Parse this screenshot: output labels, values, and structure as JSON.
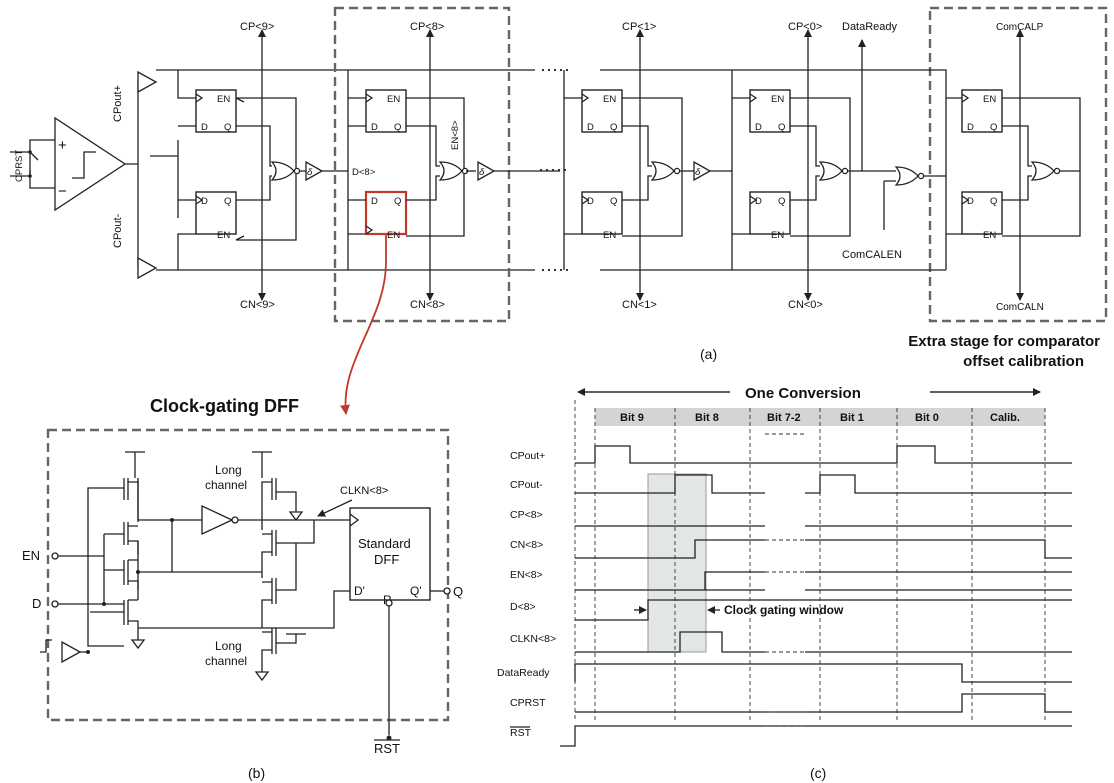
{
  "panel_a": {
    "caption": "(a)",
    "comparator_reset_label": "CPRST",
    "cpout_pos_label": "CPout+",
    "cpout_neg_label": "CPout-",
    "cp_labels": [
      "CP<9>",
      "CP<8>",
      "CP<1>",
      "CP<0>"
    ],
    "cn_labels": [
      "CN<9>",
      "CN<8>",
      "CN<1>",
      "CN<0>"
    ],
    "data_ready_label": "DataReady",
    "com_calp_label": "ComCALP",
    "com_caln_label": "ComCALN",
    "com_calen_label": "ComCALEN",
    "d8_label": "D<8>",
    "en8_label": "EN<8>",
    "dff_en": "EN",
    "dff_d": "D",
    "dff_q": "Q",
    "delay_symbol": "δ",
    "calib_note_line1": "Extra stage for comparator",
    "calib_note_line2": "offset calibration"
  },
  "panel_b": {
    "caption": "(b)",
    "title": "Clock-gating DFF",
    "long_channel_line1": "Long",
    "long_channel_line2": "channel",
    "clkn_label": "CLKN<8>",
    "dff_line1": "Standard",
    "dff_line2": "DFF",
    "d_prime": "D'",
    "q_prime": "Q'",
    "r_pin": "R",
    "en_pin": "EN",
    "d_pin": "D",
    "q_pin": "Q",
    "rst_pin": "RST"
  },
  "panel_c": {
    "caption": "(c)",
    "title": "One Conversion",
    "phases": [
      "Bit 9",
      "Bit 8",
      "Bit 7-2",
      "Bit 1",
      "Bit 0",
      "Calib."
    ],
    "signals": [
      "CPout+",
      "CPout-",
      "CP<8>",
      "CN<8>",
      "EN<8>",
      "D<8>",
      "CLKN<8>",
      "DataReady",
      "CPRST",
      "RST"
    ],
    "gating_window_label": "Clock gating window"
  },
  "colors": {
    "highlight": "#c0392b",
    "dashed_frame": "#666666",
    "phase_bar": "#d4d4d4",
    "window": "#e3e6e6"
  }
}
